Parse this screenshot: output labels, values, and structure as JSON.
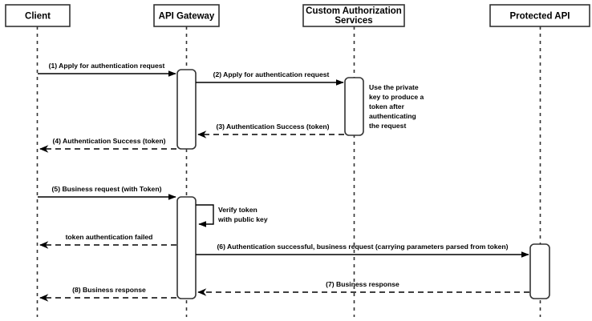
{
  "diagram": {
    "title": "API Gateway token authentication sequence",
    "type": "uml-sequence-diagram",
    "background_color": "#ffffff",
    "line_color": "#333333",
    "text_color": "#000000"
  },
  "participants": [
    {
      "id": "client",
      "label": "Client",
      "label_line2": ""
    },
    {
      "id": "api-gateway",
      "label": "API Gateway",
      "label_line2": ""
    },
    {
      "id": "custom-authorization-services",
      "label": "Custom Authorization",
      "label_line2": "Services"
    },
    {
      "id": "protected-api",
      "label": "Protected API",
      "label_line2": ""
    }
  ],
  "messages": [
    {
      "id": "m1",
      "label": "(1) Apply for authentication request",
      "from": "client",
      "to": "api-gateway",
      "style": "solid"
    },
    {
      "id": "m2",
      "label": "(2) Apply for authentication request",
      "from": "api-gateway",
      "to": "custom-authorization-services",
      "style": "solid"
    },
    {
      "id": "m3",
      "label": "(3) Authentication Success (token)",
      "from": "custom-authorization-services",
      "to": "api-gateway",
      "style": "dashed"
    },
    {
      "id": "m4",
      "label": "(4) Authentication Success (token)",
      "from": "api-gateway",
      "to": "client",
      "style": "dashed"
    },
    {
      "id": "m5",
      "label": "(5) Business request (with Token)",
      "from": "client",
      "to": "api-gateway",
      "style": "solid"
    },
    {
      "id": "m6",
      "label": "token authentication failed",
      "from": "api-gateway",
      "to": "client",
      "style": "dashed"
    },
    {
      "id": "m7",
      "label": "(6) Authentication successful, business request (carrying parameters parsed from token)",
      "from": "api-gateway",
      "to": "protected-api",
      "style": "solid"
    },
    {
      "id": "m8",
      "label": "(7) Business response",
      "from": "protected-api",
      "to": "api-gateway",
      "style": "dashed"
    },
    {
      "id": "m9",
      "label": "(8) Business response",
      "from": "api-gateway",
      "to": "client",
      "style": "dashed"
    }
  ],
  "notes": [
    {
      "id": "note-private-key",
      "attached_to": "custom-authorization-services",
      "lines": [
        "Use the private",
        "key to produce a",
        "token after",
        "authenticating",
        "the request"
      ]
    }
  ],
  "self_messages": [
    {
      "id": "self-verify-token",
      "on": "api-gateway",
      "lines": [
        "Verify token",
        "with public key"
      ]
    }
  ]
}
